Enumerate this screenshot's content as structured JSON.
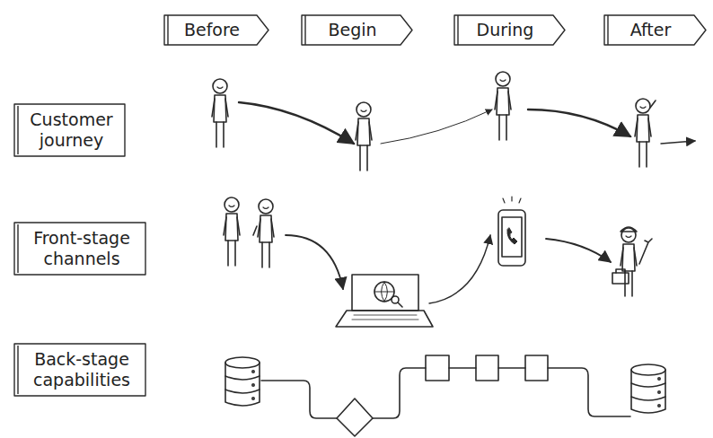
{
  "diagram": {
    "nodes": [
      {
        "text": [
          "Before"
        ]
      },
      {
        "text": [
          "Begin"
        ]
      },
      {
        "text": [
          "During"
        ]
      },
      {
        "text": [
          "After"
        ]
      },
      {
        "text": [
          "Customer journey"
        ]
      },
      {
        "text": [
          "Front-stage channels"
        ]
      },
      {
        "text": [
          "Back-stage capabilities"
        ]
      }
    ]
  }
}
